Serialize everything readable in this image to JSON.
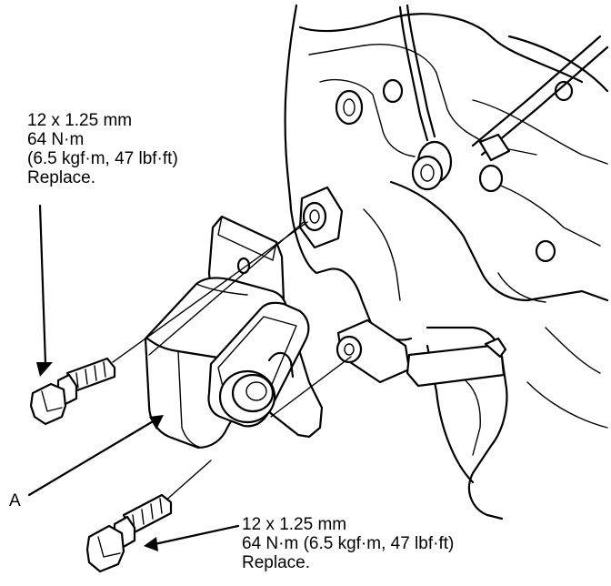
{
  "callouts": {
    "top_bolt": {
      "line1": "12 x 1.25 mm",
      "line2": "64 N·m",
      "line3": "(6.5 kgf·m, 47 lbf·ft)",
      "line4": "Replace."
    },
    "bottom_bolt": {
      "line1": "12 x 1.25 mm",
      "line2": "64 N·m (6.5 kgf·m, 47 lbf·ft)",
      "line3": "Replace."
    },
    "part_a": "A"
  }
}
